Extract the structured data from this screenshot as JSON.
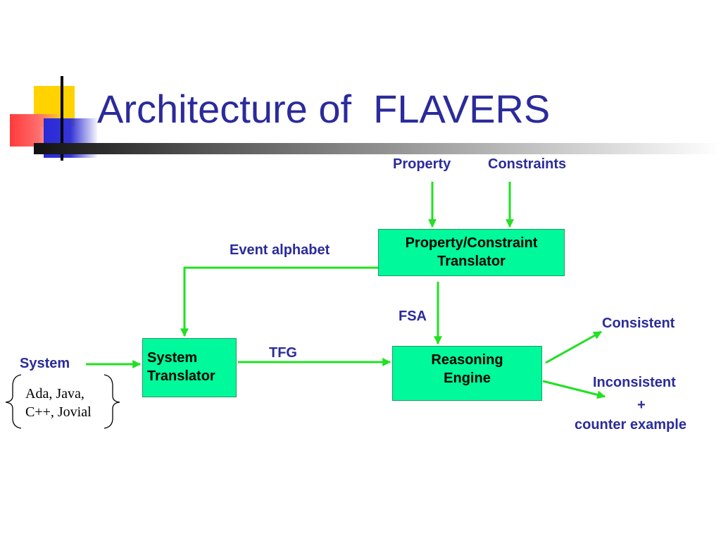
{
  "slide": {
    "title": "Architecture of  FLAVERS"
  },
  "diagram": {
    "inputs": {
      "property": "Property",
      "constraints": "Constraints",
      "system": "System"
    },
    "languages": {
      "line1": "Ada, Java,",
      "line2": "C++, Jovial"
    },
    "boxes": {
      "property_constraint_translator": {
        "line1": "Property/Constraint",
        "line2": "Translator"
      },
      "system_translator": {
        "line1": "System",
        "line2": "Translator"
      },
      "reasoning_engine": {
        "line1": "Reasoning",
        "line2": "Engine"
      }
    },
    "edge_labels": {
      "event_alphabet": "Event alphabet",
      "fsa": "FSA",
      "tfg": "TFG"
    },
    "outputs": {
      "consistent": "Consistent",
      "inconsistent": "Inconsistent",
      "plus": "+",
      "counter_example": "counter example"
    }
  },
  "colors": {
    "title": "#2b2b9c",
    "labels": "#2b2b9c",
    "box_fill": "#00f99a",
    "arrow": "#22e022"
  }
}
